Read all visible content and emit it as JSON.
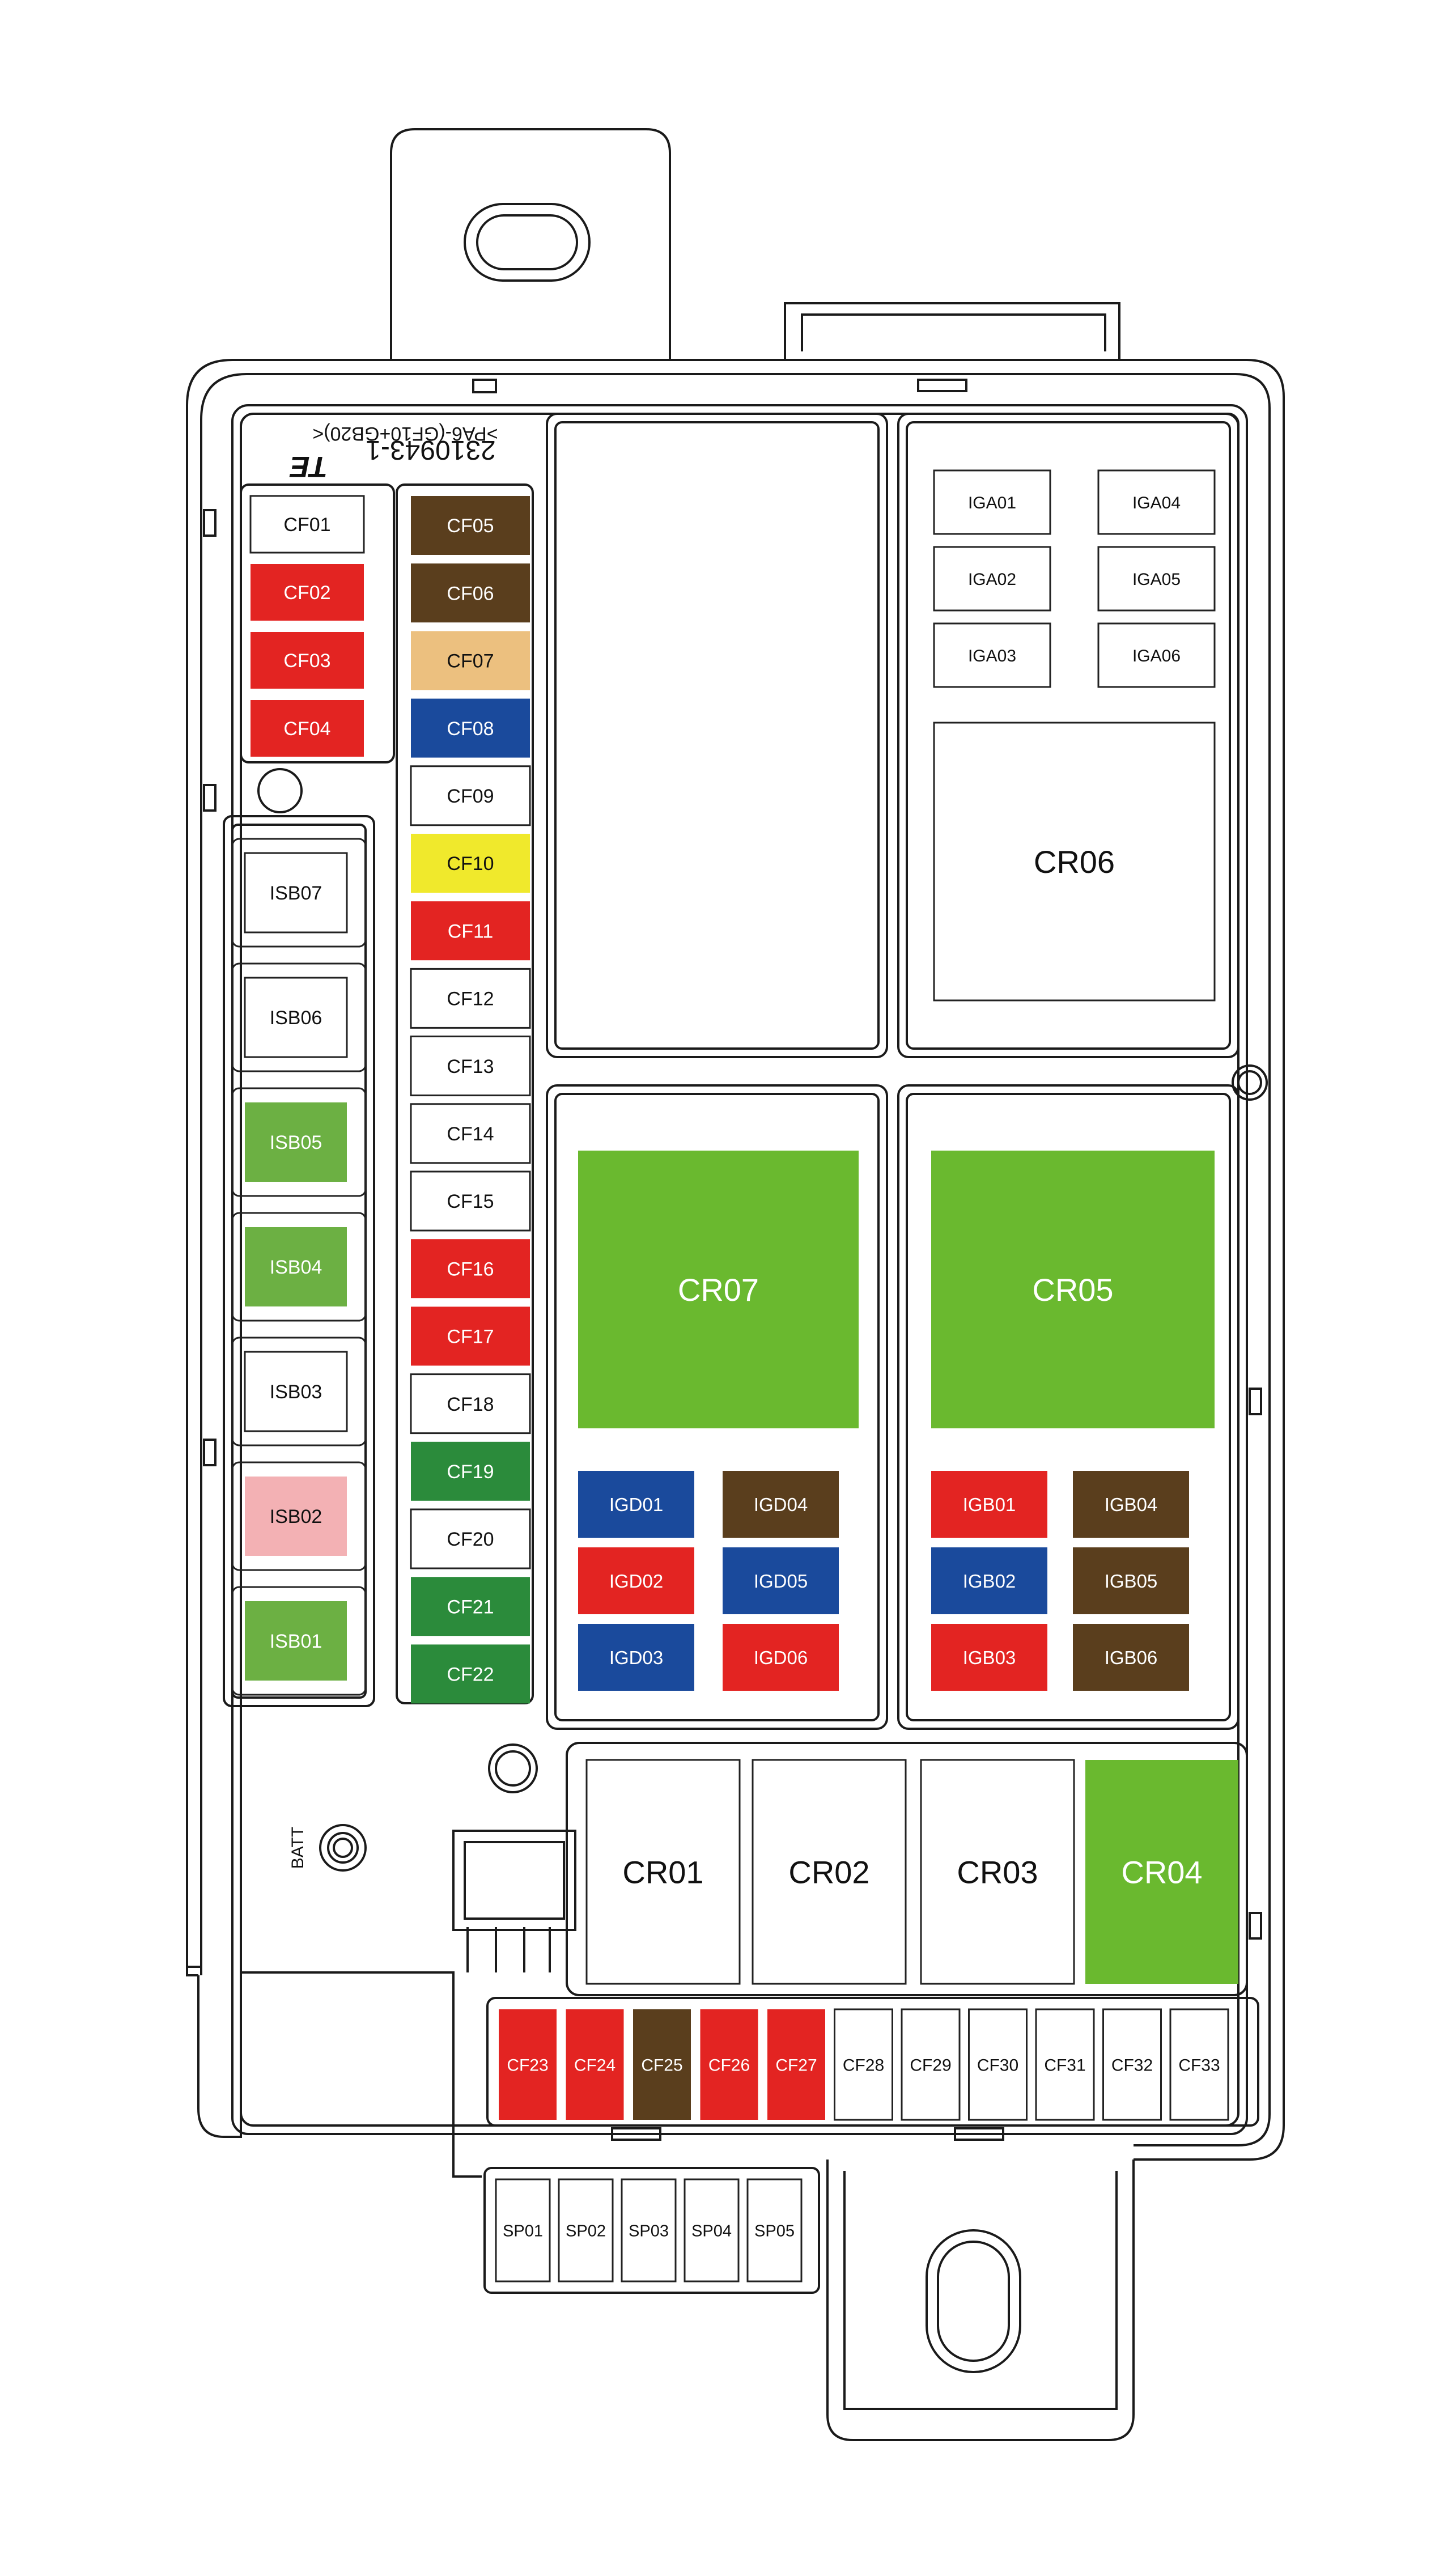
{
  "housing": {
    "part_number": "2310943-1",
    "material": ">PA6-(GF10+GB20)<",
    "logo": "TE",
    "batt_label": "BATT"
  },
  "colors": {
    "white": "#ffffff",
    "red": "#e32422",
    "brown": "#5a3e1d",
    "tan": "#ecc07f",
    "blue": "#1a4a9c",
    "yellow": "#f0e92c",
    "dark_green": "#2b8b3b",
    "light_green": "#6cb043",
    "lime": "#6ab92f",
    "pink": "#f3b1b4"
  },
  "fuses_left": [
    {
      "label": "CF01",
      "color": "white"
    },
    {
      "label": "CF02",
      "color": "red"
    },
    {
      "label": "CF03",
      "color": "red"
    },
    {
      "label": "CF04",
      "color": "red"
    }
  ],
  "fuses_column": [
    {
      "label": "CF05",
      "color": "brown"
    },
    {
      "label": "CF06",
      "color": "brown"
    },
    {
      "label": "CF07",
      "color": "tan"
    },
    {
      "label": "CF08",
      "color": "blue"
    },
    {
      "label": "CF09",
      "color": "white"
    },
    {
      "label": "CF10",
      "color": "yellow"
    },
    {
      "label": "CF11",
      "color": "red"
    },
    {
      "label": "CF12",
      "color": "white"
    },
    {
      "label": "CF13",
      "color": "white"
    },
    {
      "label": "CF14",
      "color": "white"
    },
    {
      "label": "CF15",
      "color": "white"
    },
    {
      "label": "CF16",
      "color": "red"
    },
    {
      "label": "CF17",
      "color": "red"
    },
    {
      "label": "CF18",
      "color": "white"
    },
    {
      "label": "CF19",
      "color": "dark_green"
    },
    {
      "label": "CF20",
      "color": "white"
    },
    {
      "label": "CF21",
      "color": "dark_green"
    },
    {
      "label": "CF22",
      "color": "dark_green"
    }
  ],
  "isb_fuses": [
    {
      "label": "ISB07",
      "color": "white"
    },
    {
      "label": "ISB06",
      "color": "white"
    },
    {
      "label": "ISB05",
      "color": "light_green"
    },
    {
      "label": "ISB04",
      "color": "light_green"
    },
    {
      "label": "ISB03",
      "color": "white"
    },
    {
      "label": "ISB02",
      "color": "pink"
    },
    {
      "label": "ISB01",
      "color": "light_green"
    }
  ],
  "iga_fuses": [
    {
      "label": "IGA01",
      "color": "white"
    },
    {
      "label": "IGA04",
      "color": "white"
    },
    {
      "label": "IGA02",
      "color": "white"
    },
    {
      "label": "IGA05",
      "color": "white"
    },
    {
      "label": "IGA03",
      "color": "white"
    },
    {
      "label": "IGA06",
      "color": "white"
    }
  ],
  "igd_fuses": [
    {
      "label": "IGD01",
      "color": "blue"
    },
    {
      "label": "IGD04",
      "color": "brown"
    },
    {
      "label": "IGD02",
      "color": "red"
    },
    {
      "label": "IGD05",
      "color": "blue"
    },
    {
      "label": "IGD03",
      "color": "blue"
    },
    {
      "label": "IGD06",
      "color": "red"
    }
  ],
  "igb_fuses": [
    {
      "label": "IGB01",
      "color": "red"
    },
    {
      "label": "IGB04",
      "color": "brown"
    },
    {
      "label": "IGB02",
      "color": "blue"
    },
    {
      "label": "IGB05",
      "color": "brown"
    },
    {
      "label": "IGB03",
      "color": "red"
    },
    {
      "label": "IGB06",
      "color": "brown"
    }
  ],
  "relays_upper": [
    {
      "label": "CR06",
      "color": "white"
    },
    {
      "label": "CR07",
      "color": "lime"
    },
    {
      "label": "CR05",
      "color": "lime"
    }
  ],
  "relays_bottom": [
    {
      "label": "CR01",
      "color": "white"
    },
    {
      "label": "CR02",
      "color": "white"
    },
    {
      "label": "CR03",
      "color": "white"
    },
    {
      "label": "CR04",
      "color": "lime"
    }
  ],
  "fuses_bottom_row": [
    {
      "label": "CF23",
      "color": "red"
    },
    {
      "label": "CF24",
      "color": "red"
    },
    {
      "label": "CF25",
      "color": "brown"
    },
    {
      "label": "CF26",
      "color": "red"
    },
    {
      "label": "CF27",
      "color": "red"
    },
    {
      "label": "CF28",
      "color": "white"
    },
    {
      "label": "CF29",
      "color": "white"
    },
    {
      "label": "CF30",
      "color": "white"
    },
    {
      "label": "CF31",
      "color": "white"
    },
    {
      "label": "CF32",
      "color": "white"
    },
    {
      "label": "CF33",
      "color": "white"
    }
  ],
  "spare_fuses": [
    {
      "label": "SP01",
      "color": "white"
    },
    {
      "label": "SP02",
      "color": "white"
    },
    {
      "label": "SP03",
      "color": "white"
    },
    {
      "label": "SP04",
      "color": "white"
    },
    {
      "label": "SP05",
      "color": "white"
    }
  ]
}
